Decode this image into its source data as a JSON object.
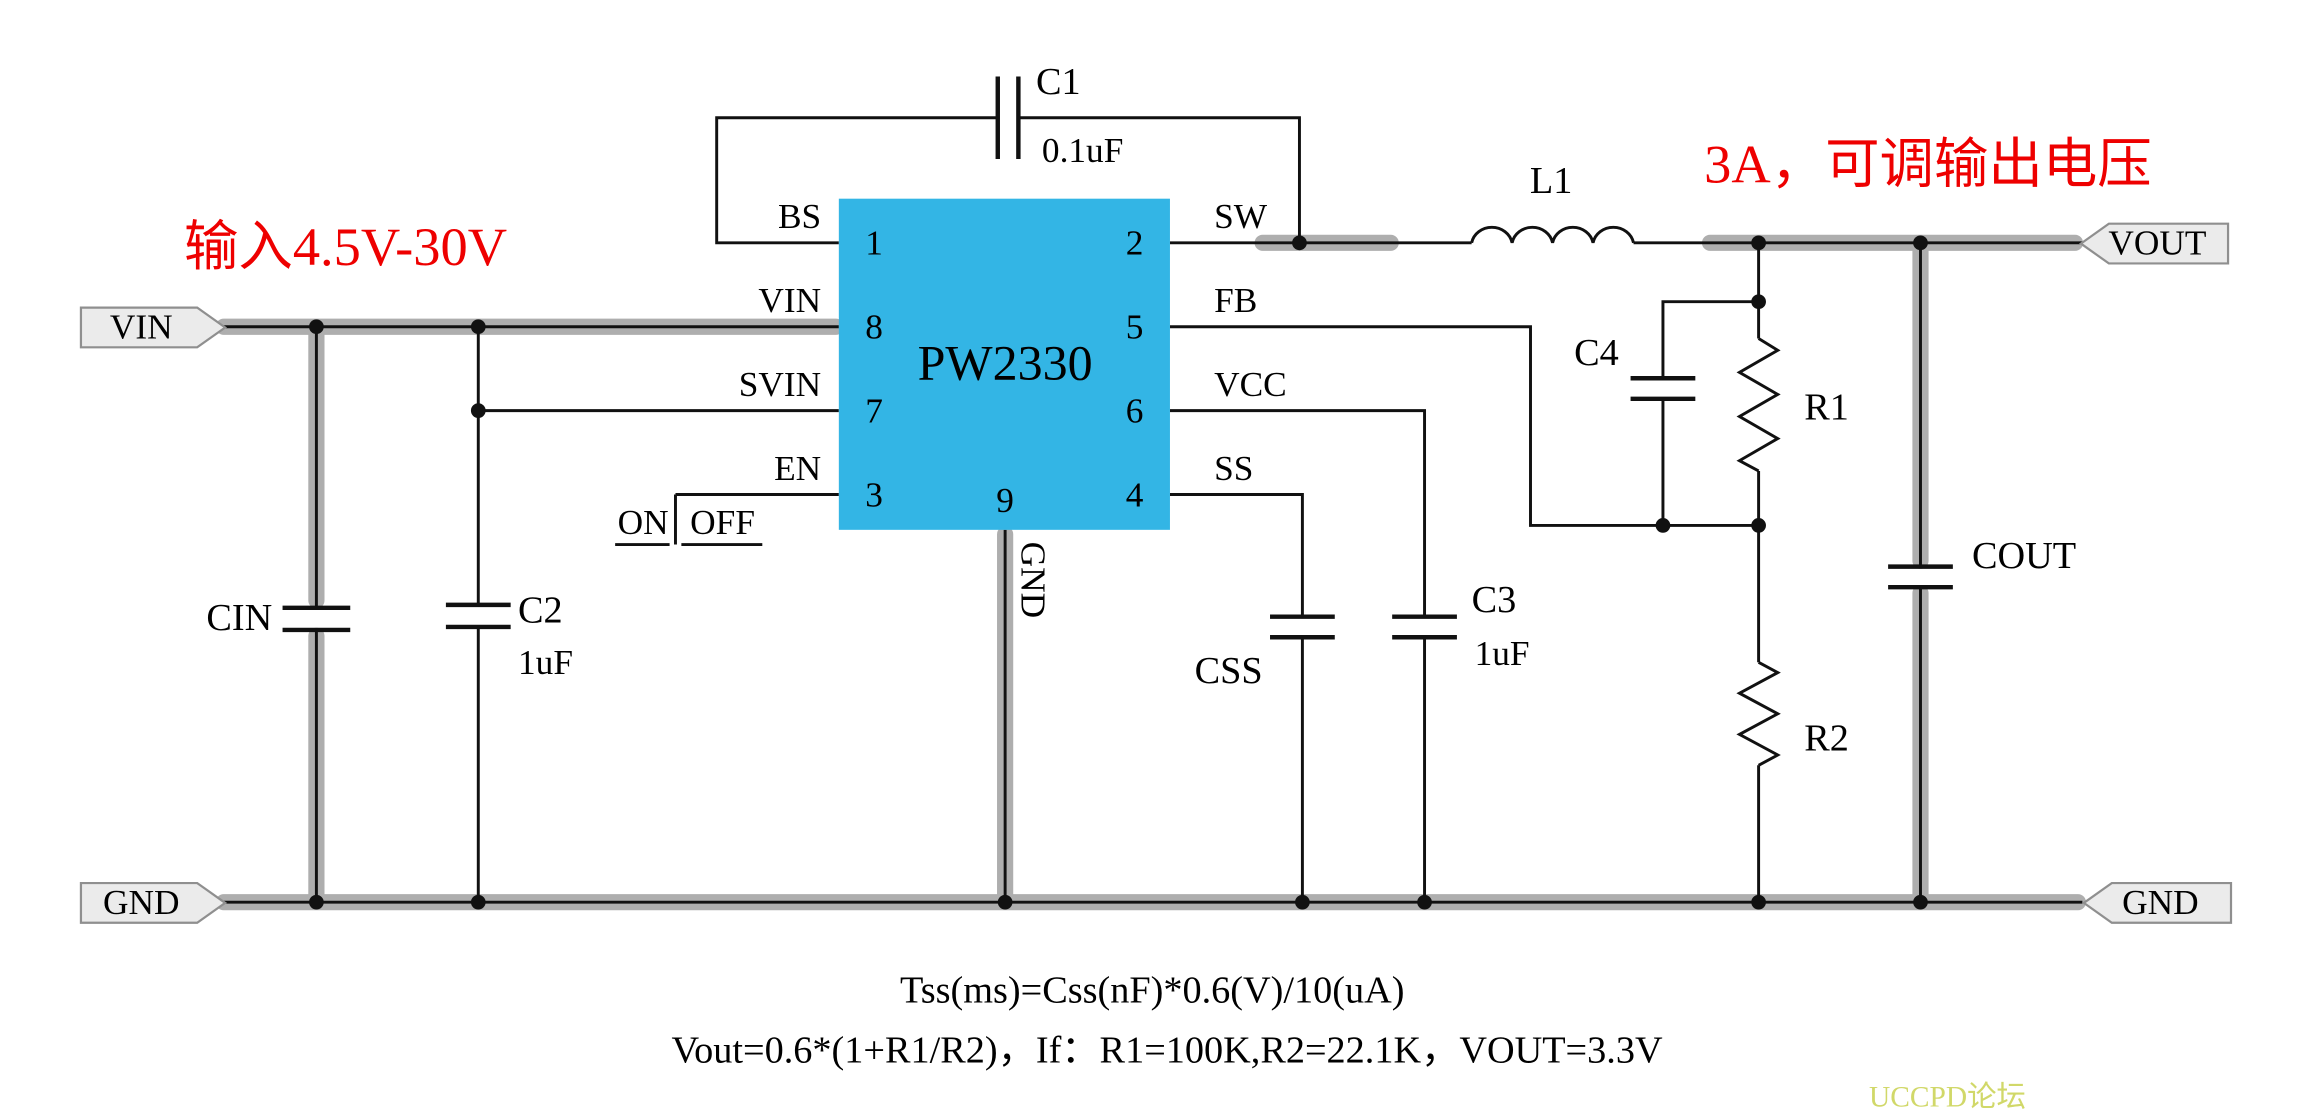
{
  "colors": {
    "accent_red": "#ee0000",
    "ic_fill": "#33b5e5",
    "trace_gray": "#a3a3a3",
    "watermark_yellow": "#c9d24f"
  },
  "annotations": {
    "input_label": "输入4.5V-30V",
    "output_label": "3A，可调输出电压"
  },
  "ic": {
    "name": "PW2330",
    "pins": {
      "bs": {
        "label": "BS",
        "number": "1"
      },
      "sw": {
        "label": "SW",
        "number": "2"
      },
      "vin": {
        "label": "VIN",
        "number": "8"
      },
      "fb": {
        "label": "FB",
        "number": "5"
      },
      "svin": {
        "label": "SVIN",
        "number": "7"
      },
      "vcc": {
        "label": "VCC",
        "number": "6"
      },
      "en": {
        "label": "EN",
        "number": "3"
      },
      "ss": {
        "label": "SS",
        "number": "4"
      },
      "gnd": {
        "label": "GND",
        "number": "9"
      }
    }
  },
  "components": {
    "c1": {
      "designator": "C1",
      "value": "0.1uF"
    },
    "l1": {
      "designator": "L1"
    },
    "cin": {
      "designator": "CIN"
    },
    "c2": {
      "designator": "C2",
      "value": "1uF"
    },
    "css": {
      "designator": "CSS"
    },
    "c3": {
      "designator": "C3",
      "value": "1uF"
    },
    "c4": {
      "designator": "C4"
    },
    "r1": {
      "designator": "R1"
    },
    "r2": {
      "designator": "R2"
    },
    "cout": {
      "designator": "COUT"
    }
  },
  "en_switch": {
    "on_label": "ON",
    "off_label": "OFF"
  },
  "ports": {
    "vin": "VIN",
    "vout": "VOUT",
    "gnd_left": "GND",
    "gnd_right": "GND"
  },
  "formulas": {
    "soft_start": "Tss(ms)=Css(nF)*0.6(V)/10(uA)",
    "output_voltage": "Vout=0.6*(1+R1/R2)，If：R1=100K,R2=22.1K，VOUT=3.3V"
  },
  "watermark": "UCCPD论坛"
}
